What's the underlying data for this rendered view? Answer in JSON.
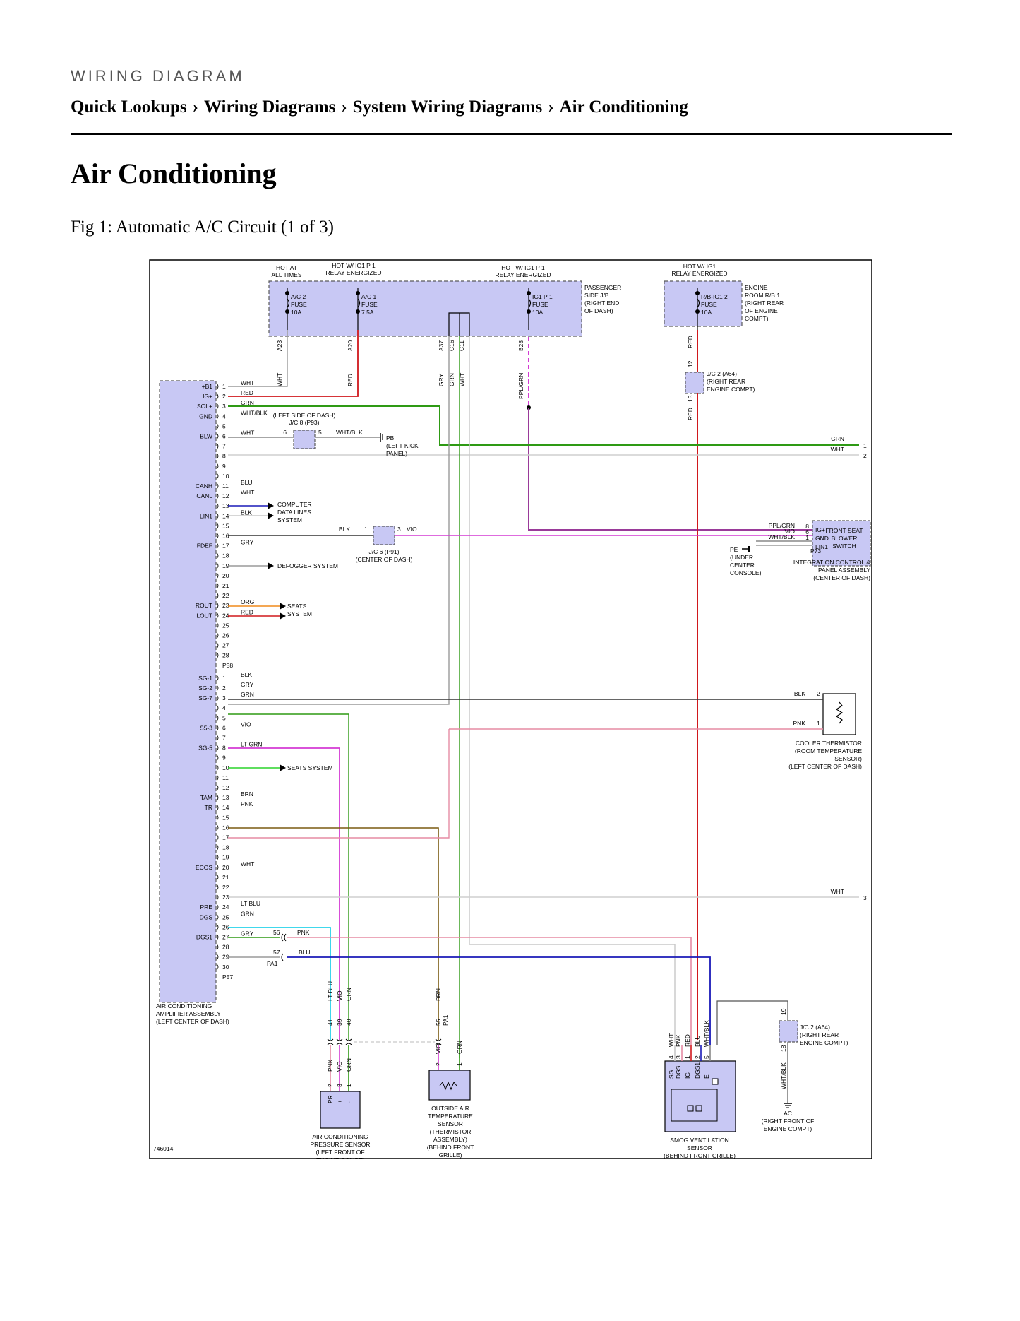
{
  "header": {
    "eyebrow": "WIRING DIAGRAM",
    "breadcrumb": [
      "Quick Lookups",
      "Wiring Diagrams",
      "System Wiring Diagrams",
      "Air Conditioning"
    ],
    "separator": "›"
  },
  "page_title": "Air Conditioning",
  "figure_caption": "Fig 1: Automatic A/C Circuit (1 of 3)",
  "diagram": {
    "figure_id": "746014",
    "supply_labels": {
      "hot_at_all_times_1": "HOT AT",
      "hot_at_all_times_2": "ALL TIMES",
      "hot_ig1p1_a_1": "HOT W/ IG1 P 1",
      "hot_ig1p1_a_2": "RELAY ENERGIZED",
      "hot_ig1p1_b_1": "HOT W/ IG1 P 1",
      "hot_ig1p1_b_2": "RELAY ENERGIZED",
      "hot_ig1_1": "HOT W/ IG1",
      "hot_ig1_2": "RELAY ENERGIZED"
    },
    "fuses": {
      "ac2": [
        "A/C 2",
        "FUSE",
        "10A"
      ],
      "ac1": [
        "A/C 1",
        "FUSE",
        "7.5A"
      ],
      "ig1p1": [
        "IG1 P 1",
        "FUSE",
        "10A"
      ],
      "rbig12": [
        "R/B-IG1 2",
        "FUSE",
        "10A"
      ]
    },
    "jb_labels": {
      "passenger_jb": [
        "PASSENGER",
        "SIDE J/B",
        "(RIGHT END",
        "OF DASH)"
      ],
      "engine_rb": [
        "ENGINE",
        "ROOM R/B 1",
        "(RIGHT REAR",
        "OF ENGINE",
        "COMPT)"
      ]
    },
    "terminal_ids": [
      "A23",
      "A20",
      "A37",
      "C16",
      "C11",
      "B28"
    ],
    "top_wire_colors": [
      "WHT",
      "RED",
      "GRY",
      "GRN",
      "WHT",
      "PPL/GRN",
      "RED",
      "RED"
    ],
    "jc2_top": {
      "pin_top": "12",
      "pin_bottom": "13",
      "label": [
        "J/C 2 (A64)",
        "(RIGHT REAR",
        "ENGINE COMPT)"
      ]
    },
    "amplifier": {
      "label": [
        "AIR CONDITIONING",
        "AMPLIFIER ASSEMBLY",
        "(LEFT CENTER OF DASH)"
      ],
      "connector_a": "P58",
      "connector_b": "P57",
      "pins_a": [
        {
          "n": "1",
          "sig": "+B1",
          "wire": "WHT"
        },
        {
          "n": "2",
          "sig": "IG+",
          "wire": "RED"
        },
        {
          "n": "3",
          "sig": "SOL+",
          "wire": "GRN"
        },
        {
          "n": "4",
          "sig": "GND",
          "wire": "WHT/BLK"
        },
        {
          "n": "5",
          "sig": "",
          "wire": ""
        },
        {
          "n": "6",
          "sig": "BLW",
          "wire": "WHT"
        },
        {
          "n": "7",
          "sig": "",
          "wire": ""
        },
        {
          "n": "8",
          "sig": "",
          "wire": ""
        },
        {
          "n": "9",
          "sig": "",
          "wire": ""
        },
        {
          "n": "10",
          "sig": "",
          "wire": ""
        },
        {
          "n": "11",
          "sig": "CANH",
          "wire": "BLU"
        },
        {
          "n": "12",
          "sig": "CANL",
          "wire": "WHT"
        },
        {
          "n": "13",
          "sig": "",
          "wire": ""
        },
        {
          "n": "14",
          "sig": "LIN1",
          "wire": "BLK"
        },
        {
          "n": "15",
          "sig": "",
          "wire": ""
        },
        {
          "n": "16",
          "sig": "",
          "wire": ""
        },
        {
          "n": "17",
          "sig": "FDEF",
          "wire": "GRY"
        },
        {
          "n": "18",
          "sig": "",
          "wire": ""
        },
        {
          "n": "19",
          "sig": "",
          "wire": ""
        },
        {
          "n": "20",
          "sig": "",
          "wire": ""
        },
        {
          "n": "21",
          "sig": "",
          "wire": ""
        },
        {
          "n": "22",
          "sig": "",
          "wire": ""
        },
        {
          "n": "23",
          "sig": "ROUT",
          "wire": "ORG"
        },
        {
          "n": "24",
          "sig": "LOUT",
          "wire": "RED"
        },
        {
          "n": "25",
          "sig": "",
          "wire": ""
        },
        {
          "n": "26",
          "sig": "",
          "wire": ""
        },
        {
          "n": "27",
          "sig": "",
          "wire": ""
        },
        {
          "n": "28",
          "sig": "",
          "wire": ""
        }
      ],
      "pins_b": [
        {
          "n": "1",
          "sig": "SG-1",
          "wire": "BLK"
        },
        {
          "n": "2",
          "sig": "SG-2",
          "wire": "GRY"
        },
        {
          "n": "3",
          "sig": "SG-7",
          "wire": "GRN"
        },
        {
          "n": "4",
          "sig": "",
          "wire": ""
        },
        {
          "n": "5",
          "sig": "",
          "wire": ""
        },
        {
          "n": "6",
          "sig": "S5-3",
          "wire": "VIO"
        },
        {
          "n": "7",
          "sig": "",
          "wire": ""
        },
        {
          "n": "8",
          "sig": "SG-5",
          "wire": "LT GRN"
        },
        {
          "n": "9",
          "sig": "",
          "wire": ""
        },
        {
          "n": "10",
          "sig": "",
          "wire": ""
        },
        {
          "n": "11",
          "sig": "",
          "wire": ""
        },
        {
          "n": "12",
          "sig": "",
          "wire": ""
        },
        {
          "n": "13",
          "sig": "TAM",
          "wire": "BRN"
        },
        {
          "n": "14",
          "sig": "TR",
          "wire": "PNK"
        },
        {
          "n": "15",
          "sig": "",
          "wire": ""
        },
        {
          "n": "16",
          "sig": "",
          "wire": ""
        },
        {
          "n": "17",
          "sig": "",
          "wire": ""
        },
        {
          "n": "18",
          "sig": "",
          "wire": ""
        },
        {
          "n": "19",
          "sig": "",
          "wire": ""
        },
        {
          "n": "20",
          "sig": "ECOS",
          "wire": "WHT"
        },
        {
          "n": "21",
          "sig": "",
          "wire": ""
        },
        {
          "n": "22",
          "sig": "",
          "wire": ""
        },
        {
          "n": "23",
          "sig": "",
          "wire": ""
        },
        {
          "n": "24",
          "sig": "PRE",
          "wire": "LT BLU"
        },
        {
          "n": "25",
          "sig": "DGS",
          "wire": "GRN"
        },
        {
          "n": "26",
          "sig": "",
          "wire": ""
        },
        {
          "n": "27",
          "sig": "DGS1",
          "wire": "GRY"
        },
        {
          "n": "28",
          "sig": "",
          "wire": ""
        },
        {
          "n": "29",
          "sig": "",
          "wire": ""
        },
        {
          "n": "30",
          "sig": "",
          "wire": ""
        }
      ]
    },
    "jc8": {
      "label1": "(LEFT SIDE OF DASH)",
      "label2": "J/C 8 (P93)",
      "pin_l": "6",
      "pin_r": "5",
      "wire_r": "WHT/BLK"
    },
    "pb_ground": [
      "PB",
      "(LEFT KICK",
      "PANEL)"
    ],
    "computer_data": [
      "COMPUTER",
      "DATA LINES",
      "SYSTEM"
    ],
    "jc6": {
      "label1": "J/C 6 (P91)",
      "label2": "(CENTER OF DASH)",
      "pin_l": "1",
      "pin_r": "3",
      "wire_l": "BLK",
      "wire_r": "VIO"
    },
    "defogger": "DEFOGGER SYSTEM",
    "seats_system": [
      "SEATS",
      "SYSTEM"
    ],
    "seats_system_single": "SEATS SYSTEM",
    "right_off_page": [
      {
        "wire": "GRN",
        "n": "1"
      },
      {
        "wire": "WHT",
        "n": "2"
      },
      {
        "wire": "WHT",
        "n": "3"
      }
    ],
    "front_seat_switch": {
      "name": [
        "FRONT SEAT",
        "BLOWER",
        "SWITCH"
      ],
      "pins": [
        {
          "sig": "IG+",
          "n": "8",
          "wire": "PPL/GRN"
        },
        {
          "sig": "GND",
          "n": "6",
          "wire": "VIO"
        },
        {
          "sig": "LIN1",
          "n": "1",
          "wire": "WHT/BLK"
        }
      ],
      "connector": "P73",
      "assembly": [
        "INTEGRATION CONTROL &",
        "PANEL ASSEMBLY",
        "(CENTER OF DASH)"
      ]
    },
    "pe_ground": [
      "PE",
      "(UNDER",
      "CENTER",
      "CONSOLE)"
    ],
    "cooler_thermistor": {
      "pins": [
        {
          "n": "2",
          "wire": "BLK"
        },
        {
          "n": "1",
          "wire": "PNK"
        }
      ],
      "label": [
        "COOLER THERMISTOR",
        "(ROOM TEMPERATURE",
        "SENSOR)",
        "(LEFT CENTER OF DASH)"
      ]
    },
    "inline_pa1": {
      "pin56": "56",
      "wire56": "PNK",
      "pin57": "57",
      "wire57": "BLU",
      "connector": "PA1",
      "down_wires": [
        "LT BLU",
        "VIO",
        "GRN",
        "BRN"
      ],
      "down_pins": [
        "41",
        "39",
        "40",
        "55"
      ],
      "pa1_label": "PA1"
    },
    "pressure_sensor": {
      "wires": [
        "PNK",
        "VIO",
        "GRN"
      ],
      "pins": [
        "2",
        "3",
        "1"
      ],
      "signals": [
        "PR",
        "+",
        "-"
      ],
      "label": [
        "AIR CONDITIONING",
        "PRESSURE SENSOR",
        "(LEFT FRONT OF",
        "ENGINE COMPT)"
      ]
    },
    "outside_air_sensor": {
      "wires": [
        "VIO",
        "GRN"
      ],
      "pins": [
        "2",
        "1"
      ],
      "label": [
        "OUTSIDE AIR",
        "TEMPERATURE",
        "SENSOR",
        "(THERMISTOR",
        "ASSEMBLY)",
        "(BEHIND FRONT",
        "GRILLE)"
      ]
    },
    "smog_sensor": {
      "wires": [
        "WHT",
        "PNK",
        "RED",
        "BLU",
        "WHT/BLK"
      ],
      "pins": [
        "4",
        "3",
        "1",
        "2",
        "5"
      ],
      "signals": [
        "SG",
        "DGS",
        "IG",
        "DGS1",
        "E"
      ],
      "label": [
        "SMOG VENTILATION",
        "SENSOR",
        "(BEHIND FRONT GRILLE)"
      ]
    },
    "jc2_bottom": {
      "pin_top": "19",
      "pin_bottom": "18",
      "wire": "WHT/BLK",
      "label": [
        "J/C 2 (A64)",
        "(RIGHT REAR",
        "ENGINE COMPT)"
      ]
    },
    "ac_ground": [
      "AC",
      "(RIGHT FRONT OF",
      "ENGINE COMPT)"
    ],
    "colors": {
      "connector_fill": "#c8c8f4",
      "connector_stroke": "#5a5a5a",
      "red": "#d0181c",
      "green": "#2e9a14",
      "magenta": "#d43ad4",
      "pink": "#e58ba4",
      "blue": "#1a1ab8",
      "cyan": "#26d2ea",
      "brown": "#7a5a10",
      "orange": "#f08a1c",
      "gray": "#9a9a9a",
      "ppl_grn": "#9a3a9a",
      "black": "#333333"
    }
  }
}
